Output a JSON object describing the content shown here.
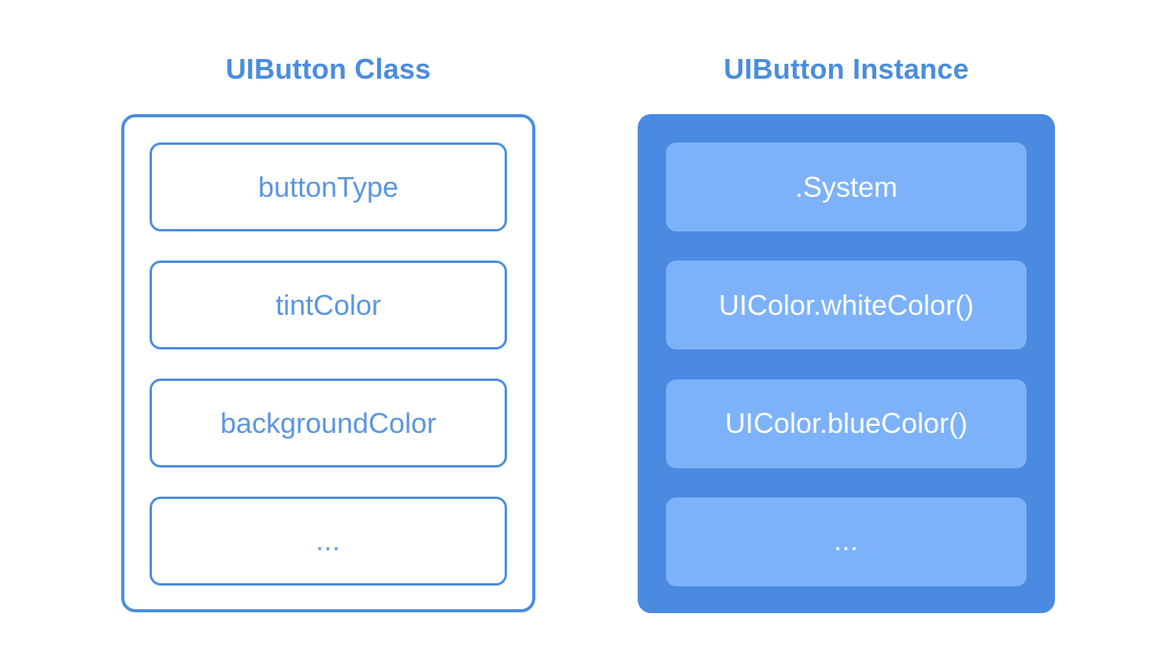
{
  "diagram": {
    "title_text_color": "#4a8ddd",
    "background": "#ffffff",
    "columns": [
      {
        "id": "uibutton-class",
        "title": "UIButton Class",
        "style": "outlined",
        "panel_border_color": "#4a8ddd",
        "panel_fill_color": "#ffffff",
        "slot_text_color": "#5b96e0",
        "slots": [
          {
            "label": "buttonType"
          },
          {
            "label": "tintColor"
          },
          {
            "label": "backgroundColor"
          },
          {
            "label": "..."
          }
        ]
      },
      {
        "id": "uibutton-instance",
        "title": "UIButton Instance",
        "style": "filled",
        "panel_fill_color": "#4a8ae0",
        "slot_fill_color": "#7db2fb",
        "slot_text_color": "#ffffff",
        "slots": [
          {
            "label": ".System"
          },
          {
            "label": "UIColor.whiteColor()"
          },
          {
            "label": "UIColor.blueColor()"
          },
          {
            "label": "..."
          }
        ]
      }
    ]
  }
}
